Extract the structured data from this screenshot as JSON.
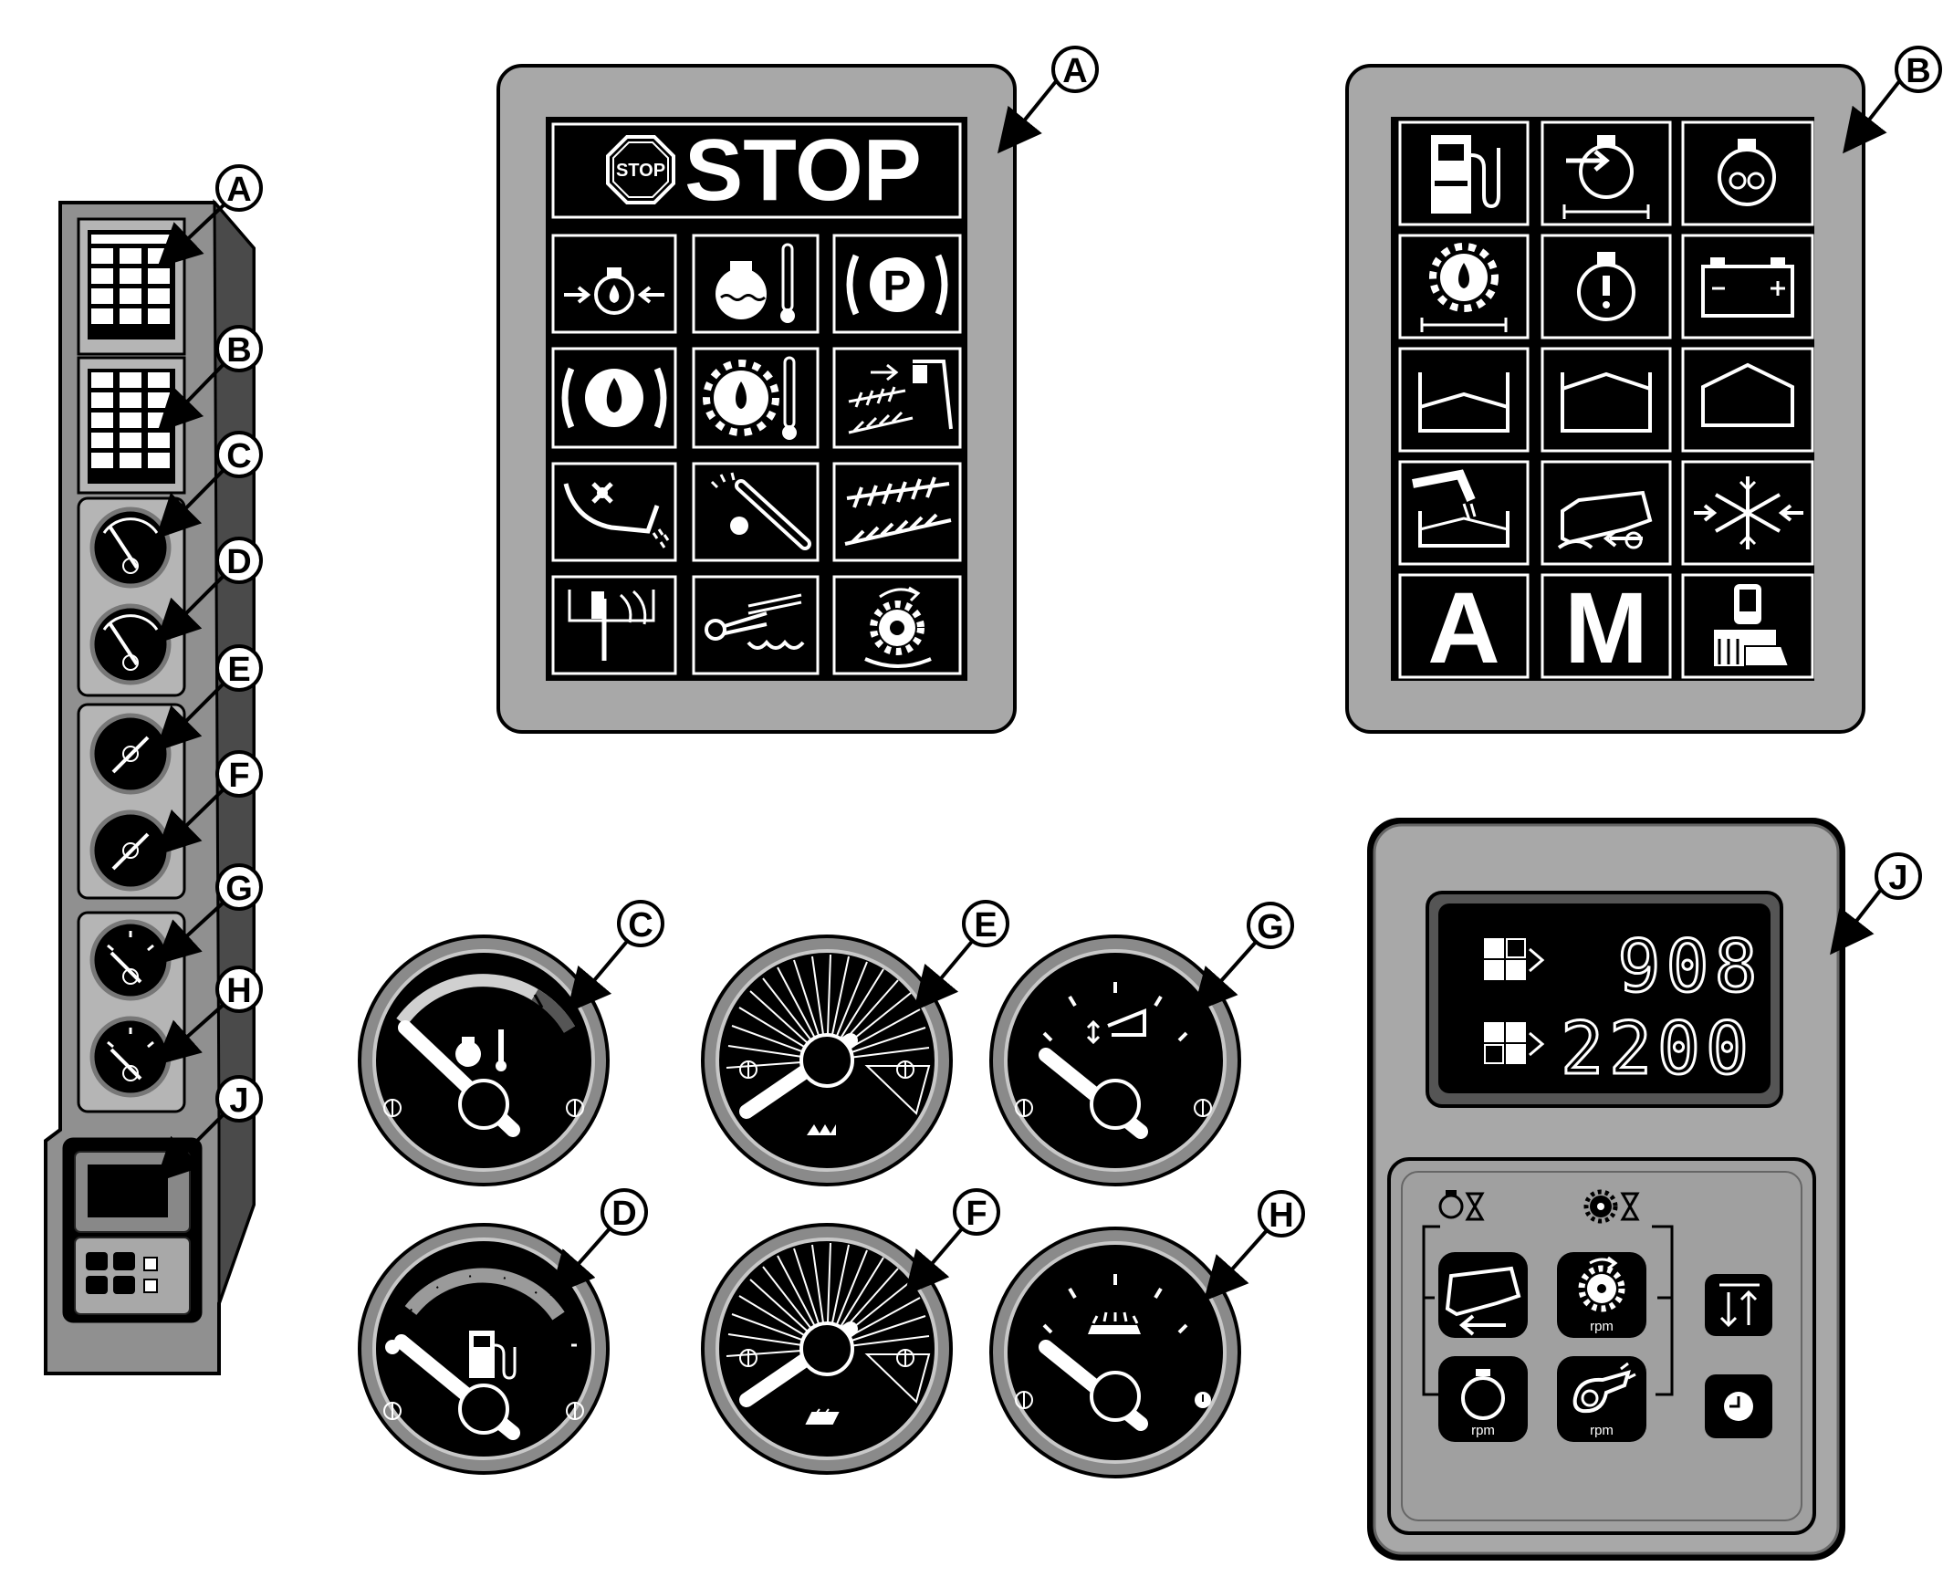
{
  "callouts": {
    "a": "A",
    "b": "B",
    "c": "C",
    "d": "D",
    "e": "E",
    "f": "F",
    "g": "G",
    "h": "H",
    "j": "J"
  },
  "panel_a": {
    "stop_badge": "STOP",
    "stop_title": "STOP",
    "icons": [
      "engine-oil-pressure-icon",
      "engine-coolant-temperature-icon",
      "park-brake-icon",
      "hydraulic-oil-pressure-icon",
      "transmission-oil-temperature-icon",
      "feeder-house-reverse-icon",
      "sieve-loss-icon",
      "belt-slip-icon",
      "cleaning-shoe-icon",
      "header-height-icon",
      "straw-chopper-icon",
      "rotor-speed-icon"
    ]
  },
  "panel_b": {
    "icons": [
      "fuel-level-icon",
      "engine-filter-restriction-icon",
      "air-filter-icon",
      "transmission-filter-icon",
      "engine-warning-icon",
      "battery-charge-icon",
      "grain-tank-quarter-icon",
      "grain-tank-half-icon",
      "grain-tank-full-icon",
      "unloading-auger-icon",
      "combine-reverse-icon",
      "air-conditioning-icon",
      "automatic-mode-icon",
      "manual-mode-icon",
      "operator-presence-icon"
    ],
    "auto_letter": "A",
    "manual_letter": "M"
  },
  "display_j": {
    "top_readout": "908",
    "bottom_readout": "2200",
    "rpm_label_1": "rpm",
    "rpm_label_2": "rpm",
    "rpm_label_3": "rpm"
  },
  "gauges": {
    "c": "coolant-temperature-gauge",
    "d": "fuel-level-gauge",
    "e": "engine-speed-tachometer",
    "f": "ground-speed-gauge",
    "g": "hydraulic-oil-temperature-gauge",
    "h": "charging-voltage-gauge"
  },
  "colors": {
    "panel_gray": "#a8a8a8",
    "screen_black": "#000000",
    "outline": "#000000",
    "paper": "#ffffff"
  }
}
